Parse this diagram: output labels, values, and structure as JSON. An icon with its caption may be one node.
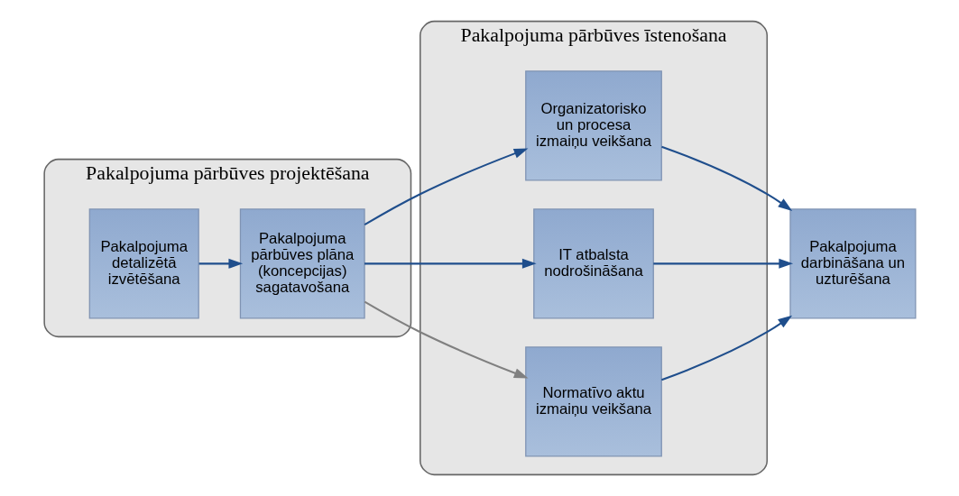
{
  "diagram": {
    "nodes": [
      {
        "text": [
          "Pakalpojuma pārbūves projektēšana"
        ]
      },
      {
        "text": [
          "Pakalpojuma detalizētā izvētēšana"
        ],
        "in": 0
      },
      {
        "text": [
          "Pakalpojuma pārbūves plāna (koncepcijas) sagatavošana"
        ],
        "in": 0
      },
      {
        "text": [
          "Pakalpojuma pārbūves īstenošana"
        ]
      },
      {
        "text": [
          "Organizatorisko un procesa izmaiņu veikšana"
        ],
        "in": 3
      },
      {
        "text": [
          "IT atbalsta nodrošināšana"
        ],
        "in": 3
      },
      {
        "text": [
          "Normatīvo aktu izmaiņu veikšana"
        ],
        "in": 3
      },
      {
        "text": [
          "Pakalpojuma darbināšana un uzturēšana"
        ]
      }
    ],
    "edges": [
      {
        "from": 1,
        "to": 2,
        "arrow": "to"
      },
      {
        "from": 2,
        "to": 4,
        "arrow": "to"
      },
      {
        "from": 2,
        "to": 5,
        "arrow": "to"
      },
      {
        "from": 2,
        "to": 6,
        "arrow": "to",
        "color": "#808080"
      },
      {
        "from": 4,
        "to": 7,
        "arrow": "to"
      },
      {
        "from": 5,
        "to": 7,
        "arrow": "to"
      },
      {
        "from": 6,
        "to": 7,
        "arrow": "to"
      }
    ]
  }
}
